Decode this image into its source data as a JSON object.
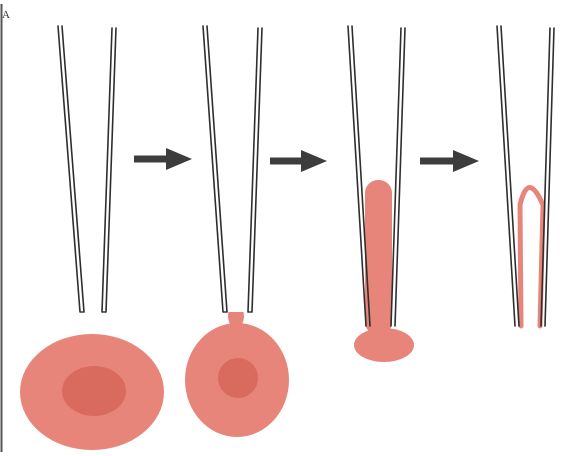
{
  "figure": {
    "panel_label": "A",
    "colors": {
      "cell": "#e8857b",
      "nucleus": "#d96a5e",
      "pipette_outline": "#2e2e2e",
      "pipette_lumen": "#ffffff",
      "arrow": "#3d3d3d",
      "frame": "#555555",
      "background": "#ffffff"
    },
    "steps": [
      {
        "name": "cell-approached-by-pipette"
      },
      {
        "name": "membrane-drawn-into-pipette"
      },
      {
        "name": "cell-aspirated-into-pipette"
      },
      {
        "name": "membrane-loop-inside-pipette"
      }
    ],
    "arrows": [
      {
        "icon": "right-arrow-icon"
      },
      {
        "icon": "right-arrow-icon"
      },
      {
        "icon": "right-arrow-icon"
      }
    ]
  }
}
